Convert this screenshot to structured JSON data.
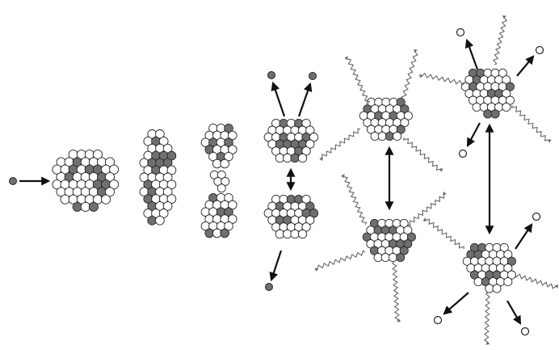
{
  "diagram": {
    "stages": [
      "incoming-neutron",
      "target-nucleus",
      "elongated-nucleus",
      "necking-nucleus",
      "fission-fragments",
      "fragments-emitting-gamma-rays",
      "fragments-emitting-particles"
    ],
    "colors": {
      "neutron_fill": "#6f6f6f",
      "proton_fill": "#ffffff",
      "nucleon_stroke": "#2a2a2a",
      "arrow": "#111111",
      "gamma_ray": "#666666"
    },
    "icons": [
      "neutron-dot",
      "nucleon",
      "arrow",
      "double-arrow",
      "gamma-ray-wave"
    ]
  }
}
